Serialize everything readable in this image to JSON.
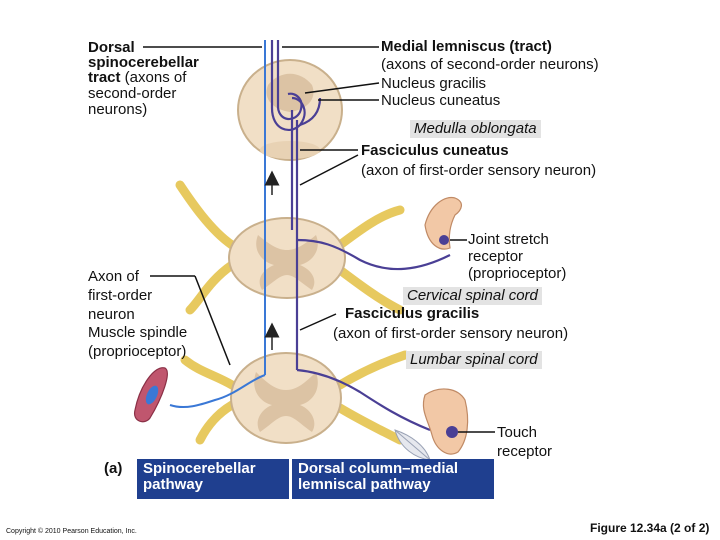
{
  "labels": {
    "dorsal_spino_l1": "Dorsal",
    "dorsal_spino_l2": "spinocerebellar",
    "dorsal_spino_l3a": "tract",
    "dorsal_spino_l3b": " (axons of",
    "dorsal_spino_l4": "second-order",
    "dorsal_spino_l5": "neurons)",
    "medial_lemniscus": "Medial lemniscus (tract)",
    "medial_lemniscus_sub": "(axons of second-order neurons)",
    "nucleus_gracilis": "Nucleus gracilis",
    "nucleus_cuneatus": "Nucleus cuneatus",
    "medulla": "Medulla oblongata",
    "fasciculus_cuneatus": "Fasciculus cuneatus",
    "fasciculus_cuneatus_sub": "(axon of first-order sensory neuron)",
    "joint_l1": "Joint stretch",
    "joint_l2": "receptor",
    "joint_l3": "(proprioceptor)",
    "cervical": "Cervical spinal cord",
    "fasciculus_gracilis": "Fasciculus gracilis",
    "fasciculus_gracilis_sub": "(axon of first-order sensory neuron)",
    "lumbar": "Lumbar spinal cord",
    "axon_l1": "Axon of",
    "axon_l2": "first-order",
    "axon_l3": "neuron",
    "muscle_l1": "Muscle spindle",
    "muscle_l2": "(proprioceptor)",
    "touch_l1": "Touch",
    "touch_l2": "receptor",
    "panel_a": "(a)",
    "spino_path_l1": "Spinocerebellar",
    "spino_path_l2": "pathway",
    "dorsal_col_l1": "Dorsal column–medial",
    "dorsal_col_l2": "lemniscal pathway",
    "copyright": "Copyright © 2010 Pearson Education, Inc.",
    "figure": "Figure 12.34a (2 of 2)"
  },
  "colors": {
    "tissue": "#f1dfc6",
    "gray_matter": "#dcc3a4",
    "nerve": "#e7c95f",
    "spino_line": "#3a78d6",
    "dorsal_line": "#4a3f95",
    "label_box": "#e3e3e3",
    "pathway_box": "#1f3f8f"
  }
}
